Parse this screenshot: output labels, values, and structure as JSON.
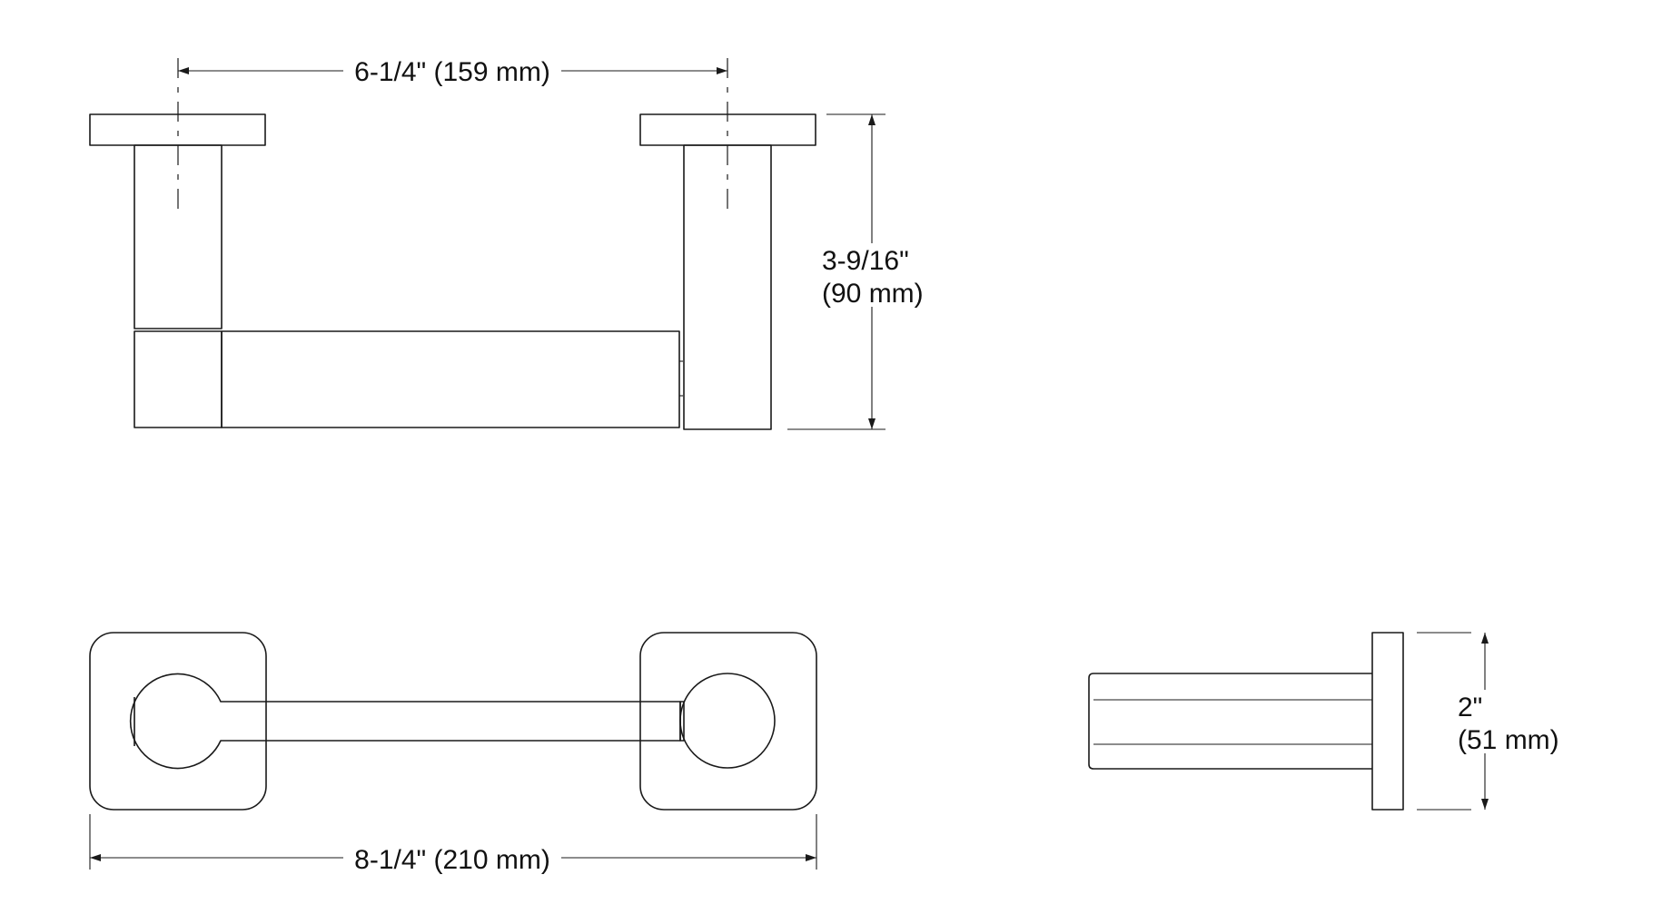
{
  "dimensions": {
    "top_span": "6-1/4\" (159 mm)",
    "height_line1": "3-9/16\"",
    "height_line2": "(90 mm)",
    "overall_width": "8-1/4\" (210 mm)",
    "side_line1": "2\"",
    "side_line2": "(51 mm)"
  },
  "colors": {
    "line": "#1a1a1a",
    "background": "#ffffff"
  }
}
